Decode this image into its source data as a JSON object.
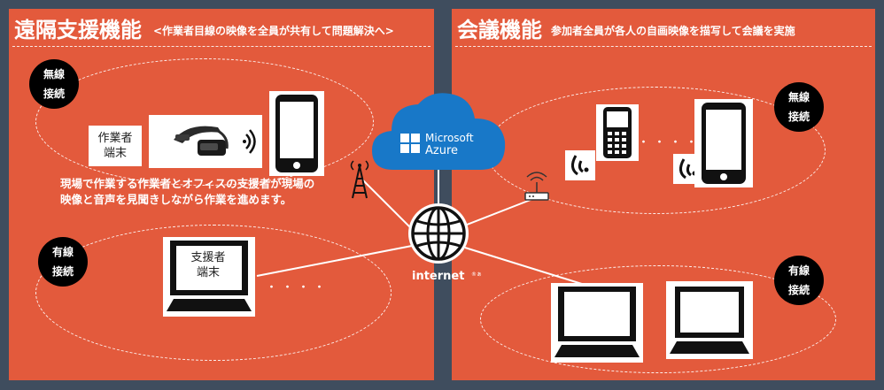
{
  "left_section": {
    "title": "遠隔支援機能",
    "subtitle": "<作業者目線の映像を全員が共有して問題解決へ>",
    "wireless_badge": [
      "無線",
      "接続"
    ],
    "wired_badge": [
      "有線",
      "接続"
    ],
    "worker_terminal_label": [
      "作業者",
      "端末"
    ],
    "supporter_terminal_label": [
      "支援者",
      "端末"
    ],
    "description": [
      "現場で作業する作業者とオフィスの支援者が現場の",
      "映像と音声を見聞きしながら作業を進めます。"
    ],
    "dots": "・・・・"
  },
  "right_section": {
    "title": "会議機能",
    "subtitle": "参加者全員が各人の自画映像を描写して会議を実施",
    "wireless_badge": [
      "無線",
      "接続"
    ],
    "wired_badge": [
      "有線",
      "接続"
    ],
    "dots": "・・・・"
  },
  "center": {
    "cloud_brand": "Microsoft",
    "cloud_product": "Azure",
    "internet_label": "internet",
    "internet_sup": "®ぁ"
  },
  "colors": {
    "panel": "#e35a3c",
    "frame": "#3f4d5e",
    "cloud": "#1878c8",
    "text": "#ffffff"
  }
}
